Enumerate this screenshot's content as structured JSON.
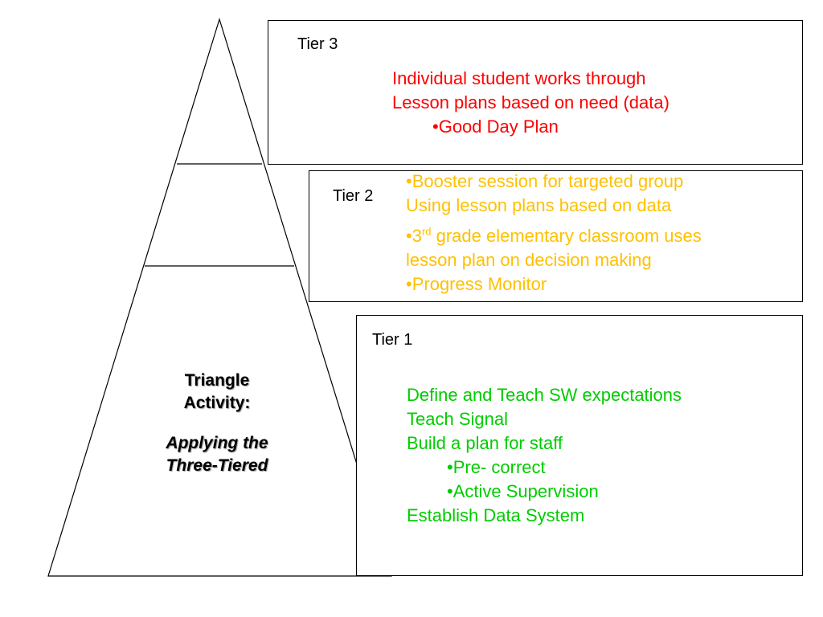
{
  "triangle": {
    "title_lines": [
      "Triangle",
      "Activity:"
    ],
    "subtitle_lines": [
      "Applying the",
      "Three-Tiered"
    ]
  },
  "tier3": {
    "label": "Tier 3",
    "color": "#ff0000",
    "lines": [
      "Individual student works through",
      "Lesson plans based on need (data)"
    ],
    "bullets": [
      "•Good Day Plan"
    ]
  },
  "tier2": {
    "label": "Tier 2",
    "color": "#ffc000",
    "item1_lines": [
      "•Booster session for targeted group",
      "Using lesson plans based on data"
    ],
    "item2_prefix": "•3",
    "item2_sup": "rd",
    "item2_rest": " grade elementary classroom uses",
    "item2_line2": "lesson plan on decision making",
    "item3": "•Progress Monitor"
  },
  "tier1": {
    "label": "Tier 1",
    "color": "#00cc00",
    "lines": [
      "Define and Teach SW expectations",
      "Teach Signal",
      "Build a plan for staff"
    ],
    "bullets": [
      "•Pre- correct",
      "•Active Supervision"
    ],
    "last_line": "Establish Data System"
  }
}
